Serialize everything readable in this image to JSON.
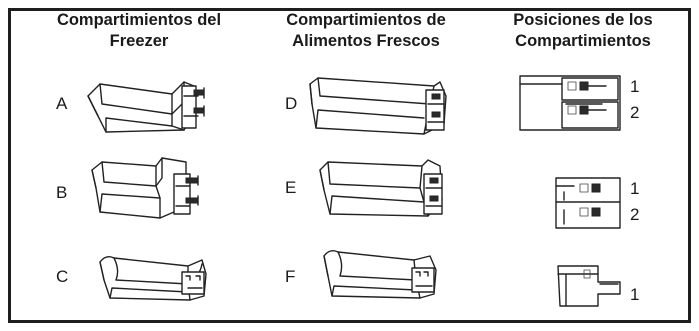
{
  "headers": {
    "freezer": [
      "Compartimientos del",
      "Freezer"
    ],
    "fresh": [
      "Compartimientos de",
      "Alimentos Frescos"
    ],
    "positions": [
      "Posiciones de los",
      "Compartimientos"
    ]
  },
  "freezer_bins": [
    "A",
    "B",
    "C"
  ],
  "fresh_bins": [
    "D",
    "E",
    "F"
  ],
  "positions": [
    [
      "1",
      "2"
    ],
    [
      "1",
      "2"
    ],
    [
      "1"
    ]
  ]
}
